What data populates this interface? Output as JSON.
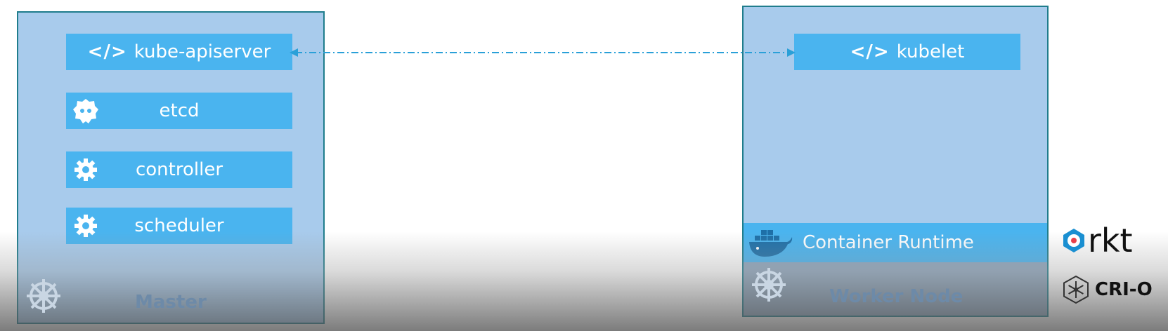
{
  "master": {
    "label": "Master",
    "components": [
      {
        "label": "kube-apiserver",
        "icon": "code-icon",
        "glyph": "</>"
      },
      {
        "label": "etcd",
        "icon": "etcd-icon"
      },
      {
        "label": "controller",
        "icon": "gear-icon"
      },
      {
        "label": "scheduler",
        "icon": "gear-icon"
      }
    ]
  },
  "worker": {
    "label": "Worker Node",
    "kubelet": {
      "label": "kubelet",
      "glyph": "</>"
    },
    "runtime": {
      "label": "Container Runtime",
      "icon": "docker-whale-icon"
    }
  },
  "runtimes": [
    {
      "label": "rkt",
      "icon": "rkt-logo-icon"
    },
    {
      "label": "CRI-O",
      "icon": "crio-logo-icon"
    }
  ],
  "colors": {
    "node_bg": "#a8cbec",
    "node_border": "#1f7d8c",
    "component_bg": "#4ab4ef",
    "connector": "#2aa0d8"
  }
}
